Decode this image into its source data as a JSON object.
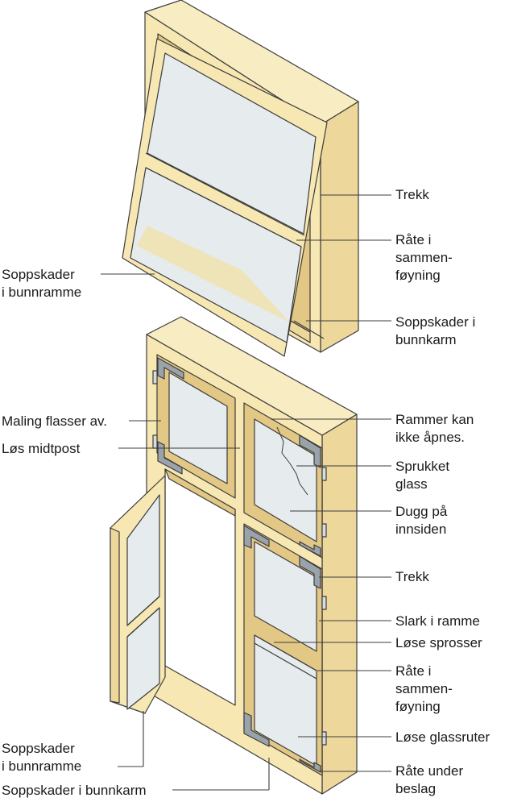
{
  "labels": {
    "top_trekk": "Trekk",
    "top_rate_1": "Råte i",
    "top_rate_2": "sammen-",
    "top_rate_3": "føyning",
    "top_bunnkarm_1": "Soppskader i",
    "top_bunnkarm_2": "bunnkarm",
    "top_bunnramme_1": "Soppskader",
    "top_bunnramme_2": "i bunnramme",
    "maling": "Maling flasser av.",
    "midtpost": "Løs midtpost",
    "rammer_1": "Rammer kan",
    "rammer_2": "ikke åpnes.",
    "sprukket_1": "Sprukket",
    "sprukket_2": "glass",
    "dugg_1": "Dugg på",
    "dugg_2": "innsiden",
    "bot_trekk": "Trekk",
    "slark": "Slark i ramme",
    "sprosser": "Løse sprosser",
    "bot_rate_1": "Råte i",
    "bot_rate_2": "sammen-",
    "bot_rate_3": "føyning",
    "glassruter": "Løse glassruter",
    "beslag_1": "Råte under",
    "beslag_2": "beslag",
    "bot_bunnramme_1": "Soppskader",
    "bot_bunnramme_2": "i bunnramme",
    "bot_bunnkarm": "Soppskader i bunnkarm"
  },
  "colors": {
    "wood": "#f6e7b3",
    "wood_side": "#edd79b",
    "wood_dark": "#e2c884",
    "outline": "#3c3c3c",
    "glass": "#e6ebee",
    "metal": "#9aa3aa"
  }
}
